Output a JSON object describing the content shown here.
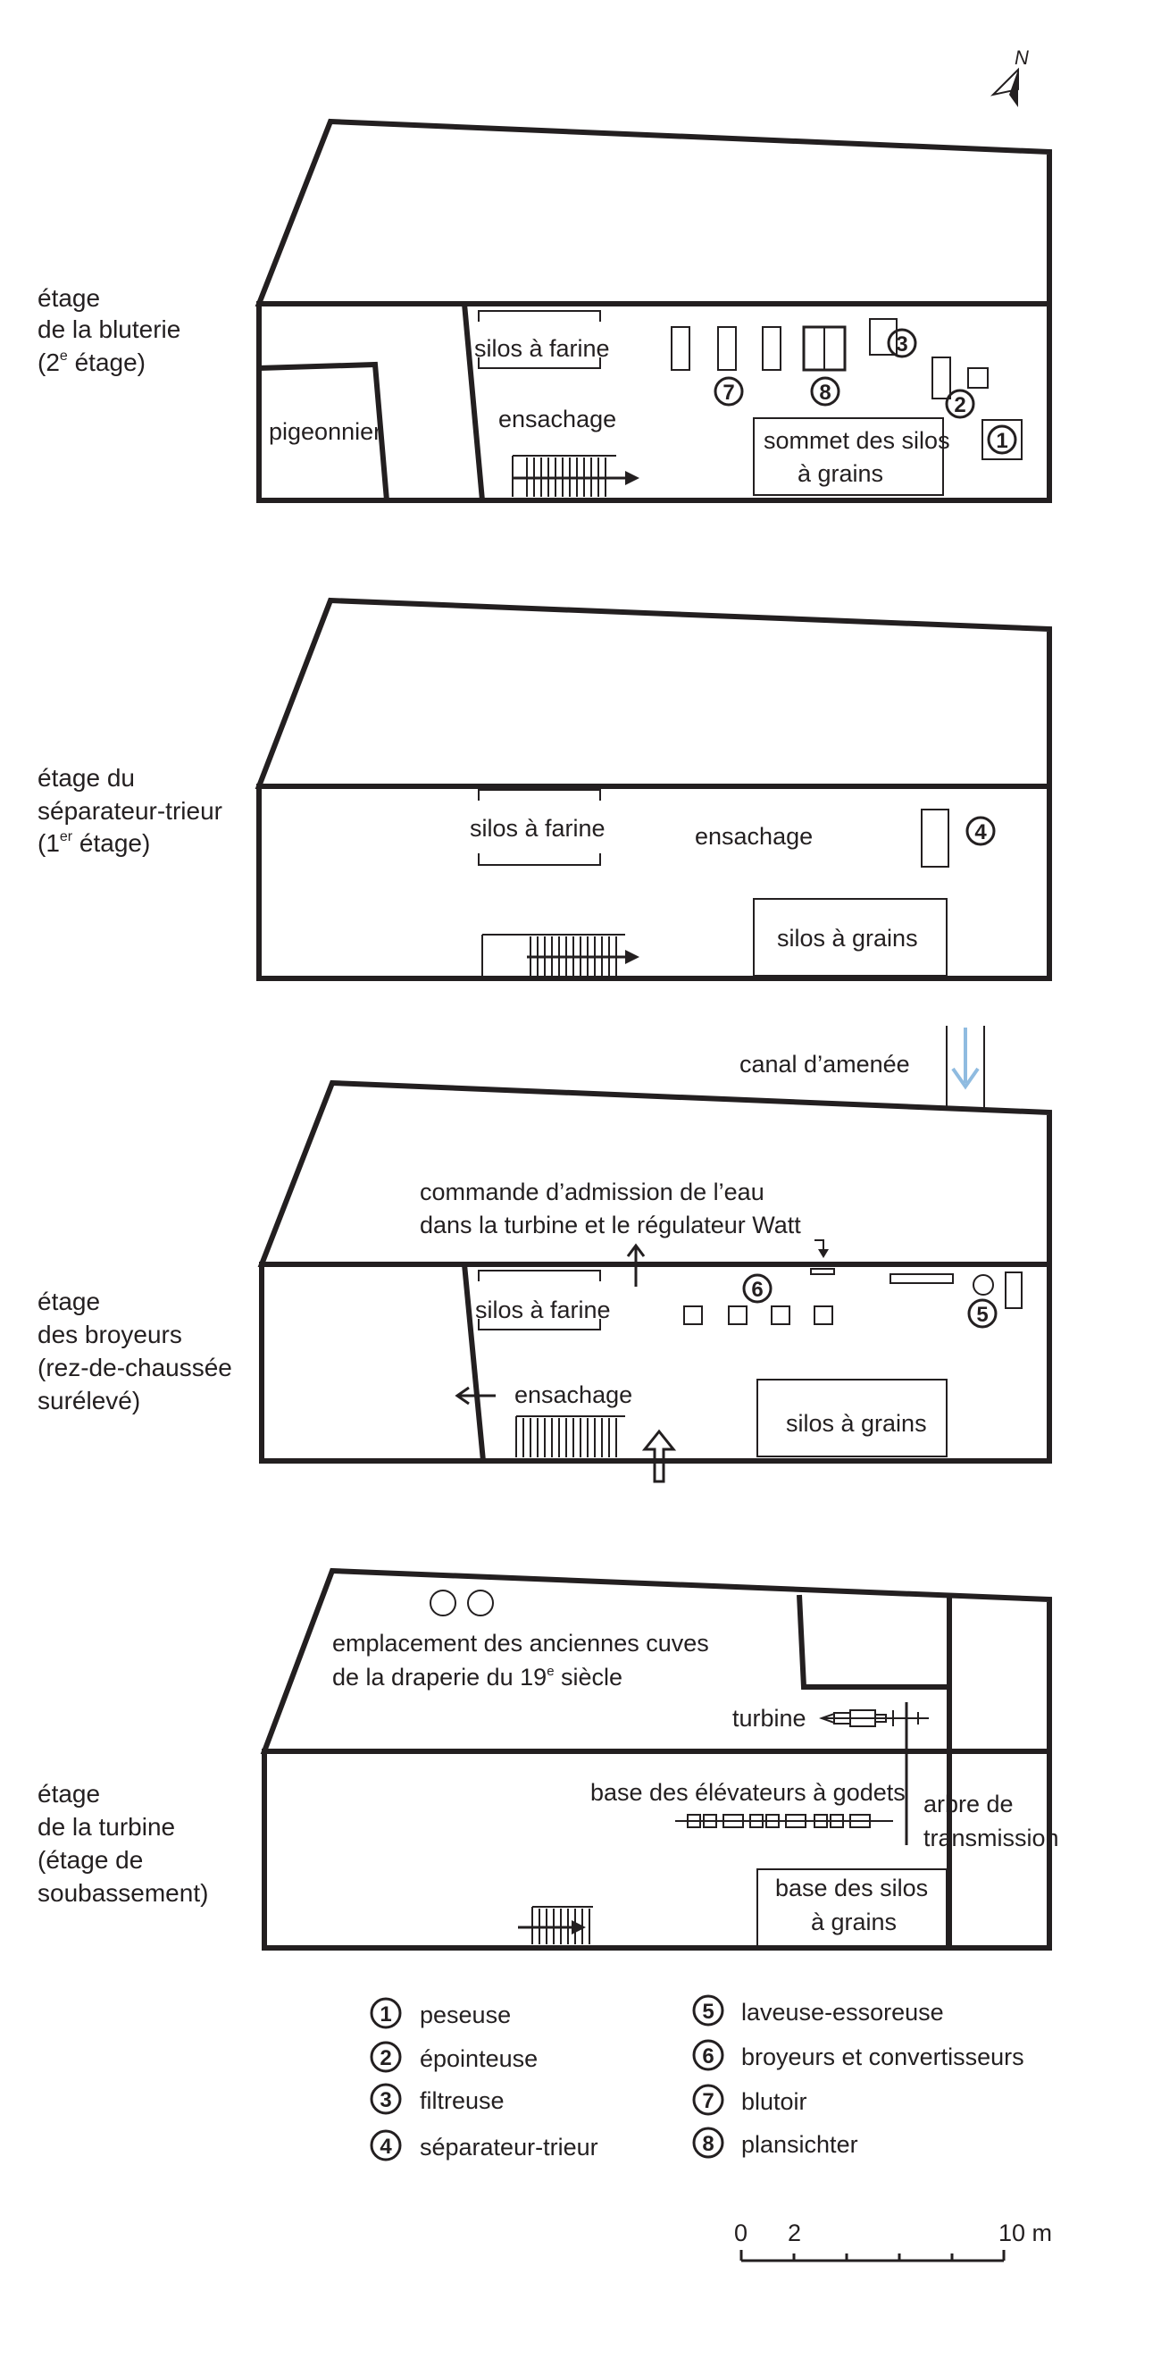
{
  "compass": {
    "letter": "N"
  },
  "floors": [
    {
      "name": "etage-bluterie",
      "lines": [
        "étage",
        "de la bluterie",
        "(2",
        "e",
        " étage)"
      ]
    },
    {
      "name": "etage-separateur",
      "lines": [
        "étage du",
        "séparateur-trieur",
        "(1",
        "er",
        " étage)"
      ]
    },
    {
      "name": "etage-broyeurs",
      "lines": [
        "étage",
        "des broyeurs",
        "(rez-de-chaussée",
        "surélevé)"
      ]
    },
    {
      "name": "etage-turbine",
      "lines": [
        "étage",
        "de la turbine",
        "(étage de",
        "soubassement)"
      ]
    }
  ],
  "labels": {
    "silos_farine": "silos à farine",
    "ensachage": "ensachage",
    "pigeonnier": "pigeonnier",
    "sommet_silos_1": "sommet des silos",
    "sommet_silos_2": "à grains",
    "silos_grains": "silos à grains",
    "canal": "canal d’amenée",
    "commande_1": "commande d’admission de l’eau",
    "commande_2": "dans la turbine et le régulateur Watt",
    "emplacement_1": "emplacement des anciennes cuves",
    "emplacement_2a": "de la draperie du 19",
    "emplacement_sup": "e",
    "emplacement_2b": " siècle",
    "turbine": "turbine",
    "elevateurs": "base des élévateurs à godets",
    "arbre_1": "arbre de",
    "arbre_2": "transmission",
    "base_silos_1": "base des silos",
    "base_silos_2": "à grains"
  },
  "legend": [
    {
      "num": "1",
      "text": "peseuse"
    },
    {
      "num": "2",
      "text": "épointeuse"
    },
    {
      "num": "3",
      "text": "filtreuse"
    },
    {
      "num": "4",
      "text": "séparateur-trieur"
    },
    {
      "num": "5",
      "text": "laveuse-essoreuse"
    },
    {
      "num": "6",
      "text": "broyeurs et convertisseurs"
    },
    {
      "num": "7",
      "text": "blutoir"
    },
    {
      "num": "8",
      "text": "plansichter"
    }
  ],
  "scale": {
    "label_0": "0",
    "label_2": "2",
    "label_10": "10 m"
  },
  "colors": {
    "ink": "#231f20",
    "water_arrow": "#8fbbe0"
  }
}
